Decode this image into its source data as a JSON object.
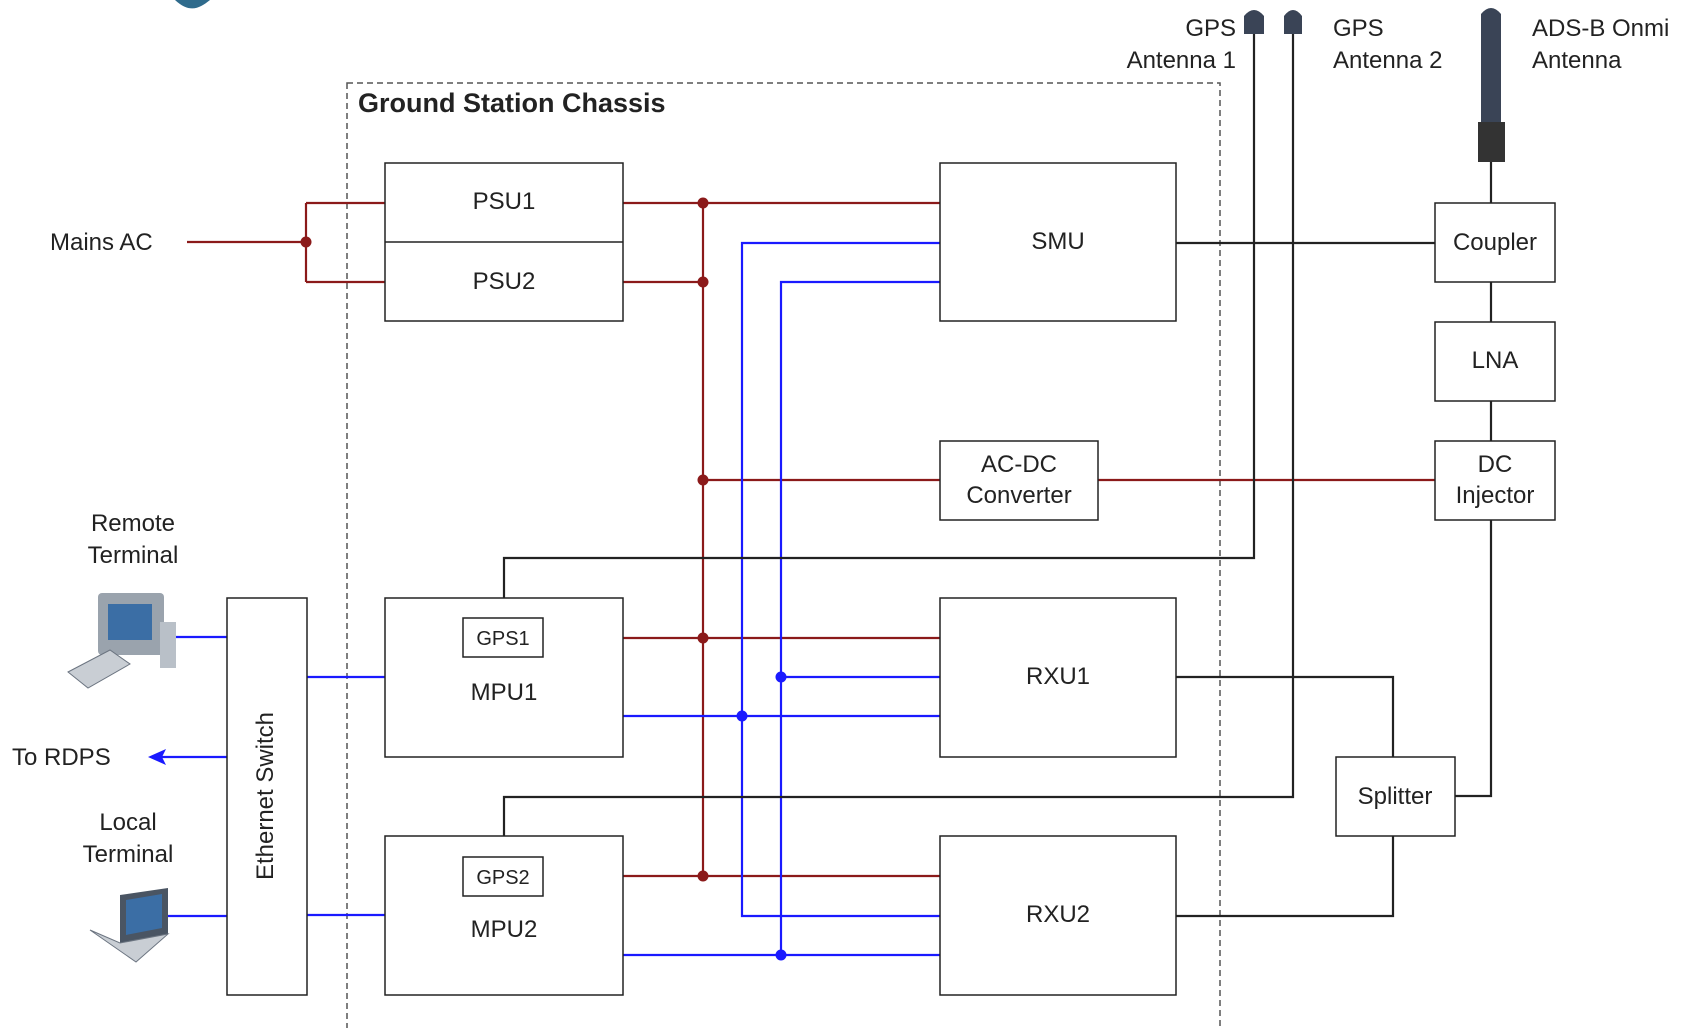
{
  "diagram": {
    "chassis_title": "Ground Station Chassis",
    "colors": {
      "power": "#8b1a1a",
      "ethernet": "#1a1aff",
      "rf": "#222222",
      "chassis_border": "#555555",
      "antenna": "#3a4456"
    },
    "external": {
      "mains": "Mains AC",
      "remote_terminal": [
        "Remote",
        "Terminal"
      ],
      "local_terminal": [
        "Local",
        "Terminal"
      ],
      "to_rdps": "To RDPS",
      "gps_antenna_1": [
        "GPS",
        "Antenna 1"
      ],
      "gps_antenna_2": [
        "GPS",
        "Antenna 2"
      ],
      "adsb_antenna": [
        "ADS-B Onmi",
        "Antenna"
      ]
    },
    "blocks": {
      "psu1": "PSU1",
      "psu2": "PSU2",
      "smu": "SMU",
      "acdc": [
        "AC-DC",
        "Converter"
      ],
      "mpu1": "MPU1",
      "mpu2": "MPU2",
      "gps1": "GPS1",
      "gps2": "GPS2",
      "rxu1": "RXU1",
      "rxu2": "RXU2",
      "ethernet_switch": "Ethernet Switch",
      "coupler": "Coupler",
      "lna": "LNA",
      "dc_injector": [
        "DC",
        "Injector"
      ],
      "splitter": "Splitter"
    }
  }
}
